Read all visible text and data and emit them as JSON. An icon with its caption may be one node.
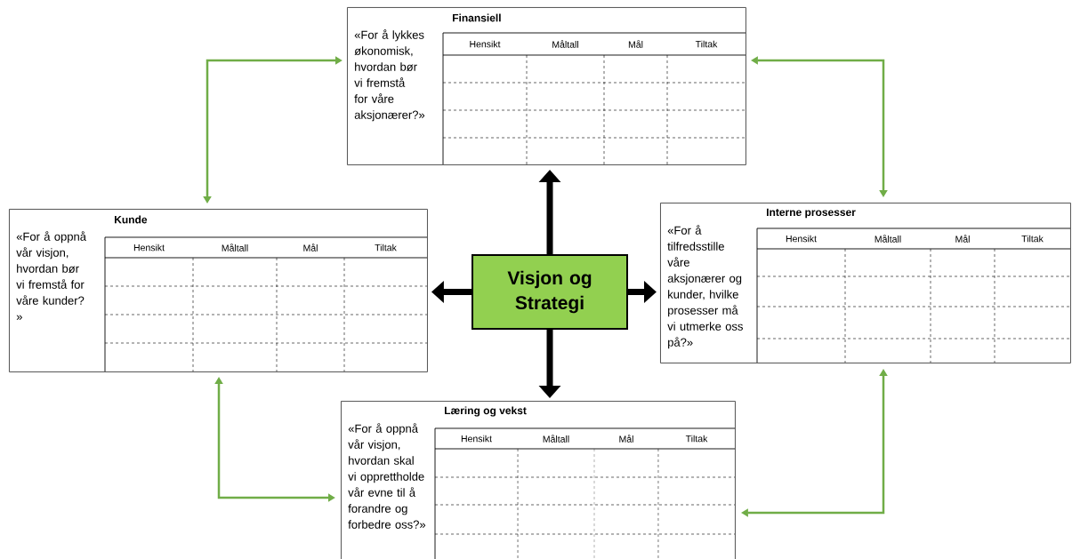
{
  "diagram": {
    "nodes": [
      {
        "text": [
          "Visjon og Strategi"
        ]
      },
      {
        "text": [
          "Finansiell",
          "«For å lykkes økonomisk, hvordan bør vi fremstå for våre aksjonærer?»"
        ]
      },
      {
        "text": [
          "Kunde",
          "«For å oppnå vår visjon, hvordan bør vi fremstå for våre kunder? »"
        ]
      },
      {
        "text": [
          "Interne prosesser",
          "«For å tilfredsstille våre aksjonærer og kunder, hvilke prosesser må vi utmerke oss på?»"
        ]
      },
      {
        "text": [
          "Læring og vekst",
          "«For å oppnå vår visjon, hvordan skal vi opprettholde vår evne til å forandre og forbedre oss?»"
        ]
      }
    ],
    "edges": [
      {
        "from": 0,
        "to": 1,
        "arrow": "to",
        "style": "thick"
      },
      {
        "from": 0,
        "to": 2,
        "arrow": "to",
        "style": "thick"
      },
      {
        "from": 0,
        "to": 3,
        "arrow": "to",
        "style": "thick"
      },
      {
        "from": 0,
        "to": 4,
        "arrow": "to",
        "style": "thick"
      },
      {
        "from": 1,
        "to": 2,
        "arrow": "both",
        "color": "#70ad47"
      },
      {
        "from": 1,
        "to": 3,
        "arrow": "both",
        "color": "#70ad47"
      },
      {
        "from": 2,
        "to": 4,
        "arrow": "both",
        "color": "#70ad47"
      },
      {
        "from": 4,
        "to": 3,
        "arrow": "both",
        "color": "#70ad47"
      }
    ],
    "labels": [
      "Hensikt",
      "Måltall",
      "Mål",
      "Tiltak",
      "Hensikt",
      "Måltall",
      "Mål",
      "Tiltak",
      "Hensikt",
      "Måltall",
      "Mål",
      "Tiltak",
      "Hensikt",
      "Måltall",
      "Mål",
      "Tiltak"
    ]
  }
}
